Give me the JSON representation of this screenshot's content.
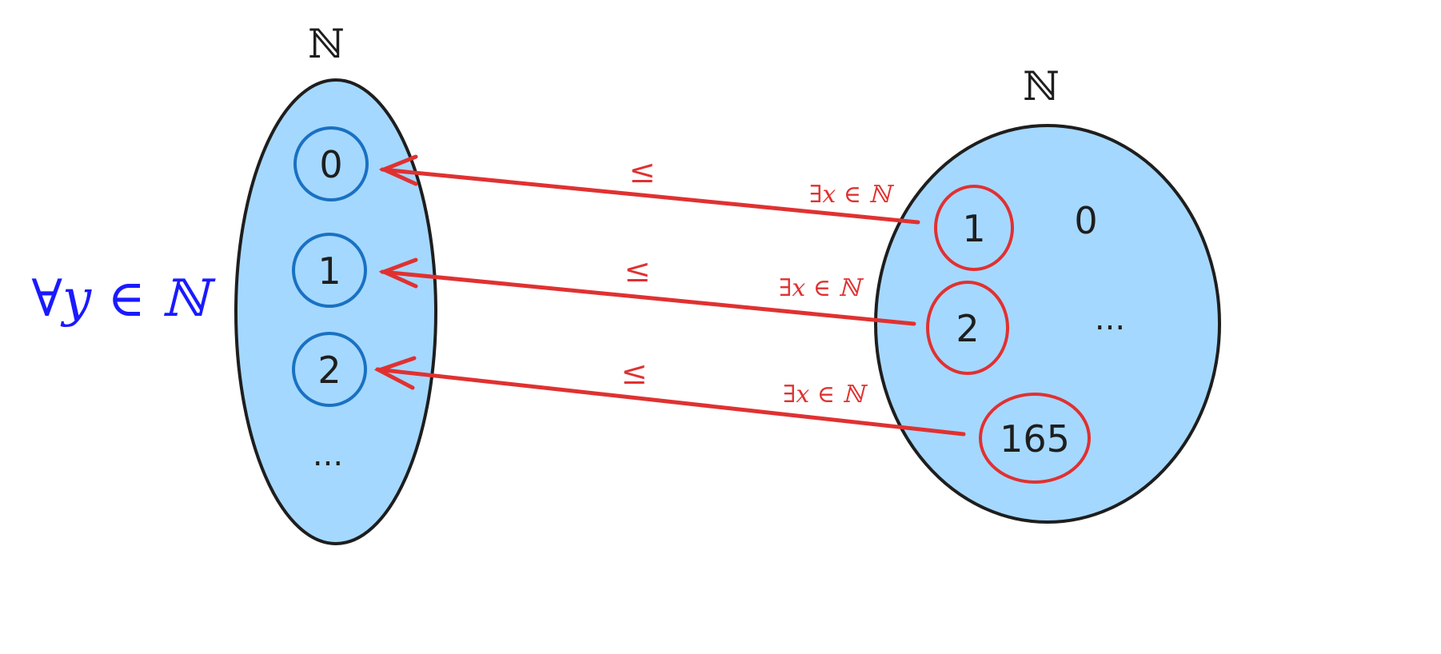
{
  "left_set": {
    "label": "ℕ",
    "quantifier": "∀y ∈ ℕ",
    "elements": [
      "0",
      "1",
      "2"
    ],
    "ellipsis": "..."
  },
  "right_set": {
    "label": "ℕ",
    "highlighted": [
      "1",
      "2",
      "165"
    ],
    "other": "0",
    "ellipsis": "..."
  },
  "arrows": [
    {
      "relation": "≤",
      "quantifier": "∃x ∈ ℕ",
      "from": "1",
      "to": "0"
    },
    {
      "relation": "≤",
      "quantifier": "∃x ∈ ℕ",
      "from": "2",
      "to": "1"
    },
    {
      "relation": "≤",
      "quantifier": "∃x ∈ ℕ",
      "from": "165",
      "to": "2"
    }
  ],
  "colors": {
    "fill": "#a5d8ff",
    "stroke": "#1e1e1e",
    "left_circle": "#1971c2",
    "arrow": "#e03131",
    "quantifier_blue": "#1a1aff"
  }
}
